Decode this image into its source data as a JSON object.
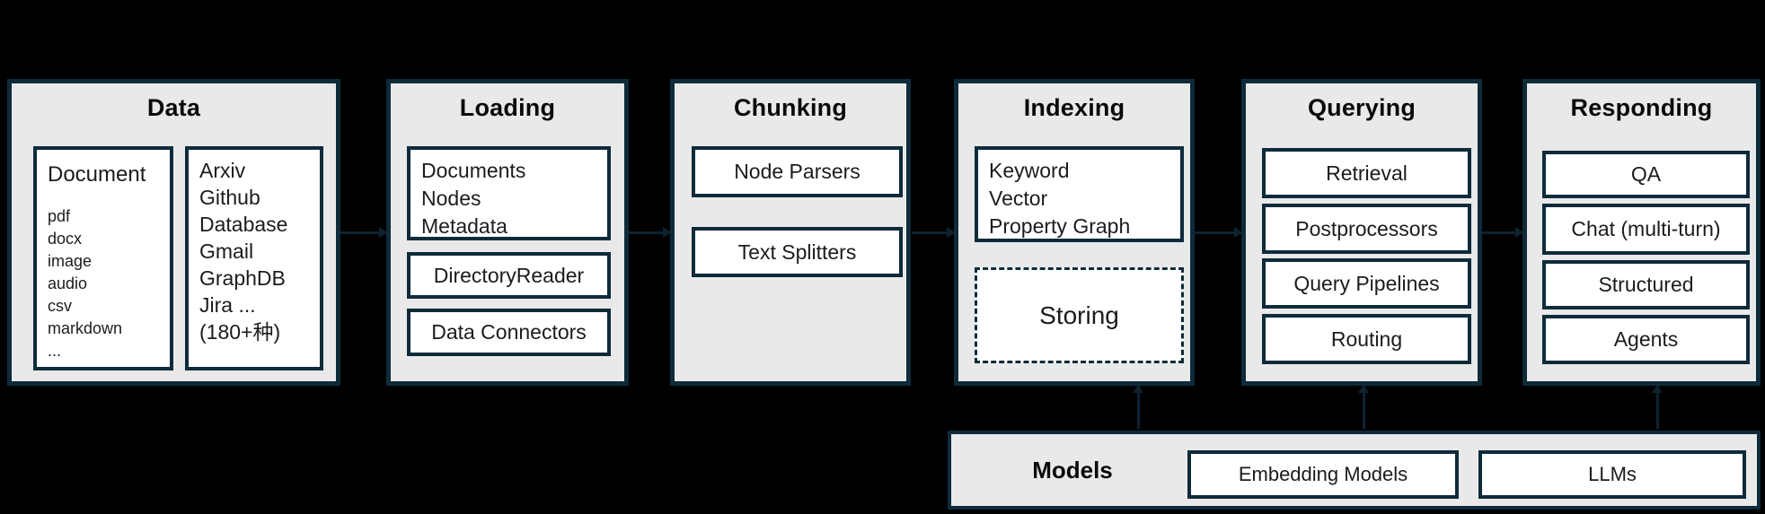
{
  "colors": {
    "background": "#000000",
    "panel_fill": "#e9e9e9",
    "border": "#0e2b3a",
    "box_fill": "#ffffff",
    "text": "#1c1c1c"
  },
  "panels": [
    {
      "title": "Data",
      "boxes": [
        {
          "heading": "Document",
          "items": [
            "pdf",
            "docx",
            "image",
            "audio",
            "csv",
            "markdown",
            "..."
          ]
        },
        {
          "lines": [
            "Arxiv",
            "Github",
            "Database",
            "Gmail",
            "GraphDB",
            "Jira ...",
            "(180+种)"
          ]
        }
      ]
    },
    {
      "title": "Loading",
      "boxes": [
        {
          "lines": [
            "Documents",
            "Nodes",
            "Metadata"
          ]
        },
        {
          "label": "DirectoryReader"
        },
        {
          "label": "Data Connectors"
        }
      ]
    },
    {
      "title": "Chunking",
      "boxes": [
        {
          "label": "Node Parsers"
        },
        {
          "label": "Text Splitters"
        }
      ]
    },
    {
      "title": "Indexing",
      "boxes": [
        {
          "lines": [
            "Keyword",
            "Vector",
            "Property Graph"
          ]
        },
        {
          "label": "Storing",
          "style": "dashed"
        }
      ]
    },
    {
      "title": "Querying",
      "boxes": [
        {
          "label": "Retrieval"
        },
        {
          "label": "Postprocessors"
        },
        {
          "label": "Query Pipelines"
        },
        {
          "label": "Routing"
        }
      ]
    },
    {
      "title": "Responding",
      "boxes": [
        {
          "label": "QA"
        },
        {
          "label": "Chat (multi-turn)"
        },
        {
          "label": "Structured"
        },
        {
          "label": "Agents"
        }
      ]
    }
  ],
  "models_bar": {
    "title": "Models",
    "boxes": [
      {
        "label": "Embedding Models"
      },
      {
        "label": "LLMs"
      }
    ]
  },
  "flow": [
    "Data -> Loading",
    "Loading -> Chunking",
    "Chunking -> Indexing",
    "Indexing -> Querying",
    "Querying -> Responding",
    "Models -> Indexing",
    "Models -> Querying",
    "Models -> Responding"
  ]
}
